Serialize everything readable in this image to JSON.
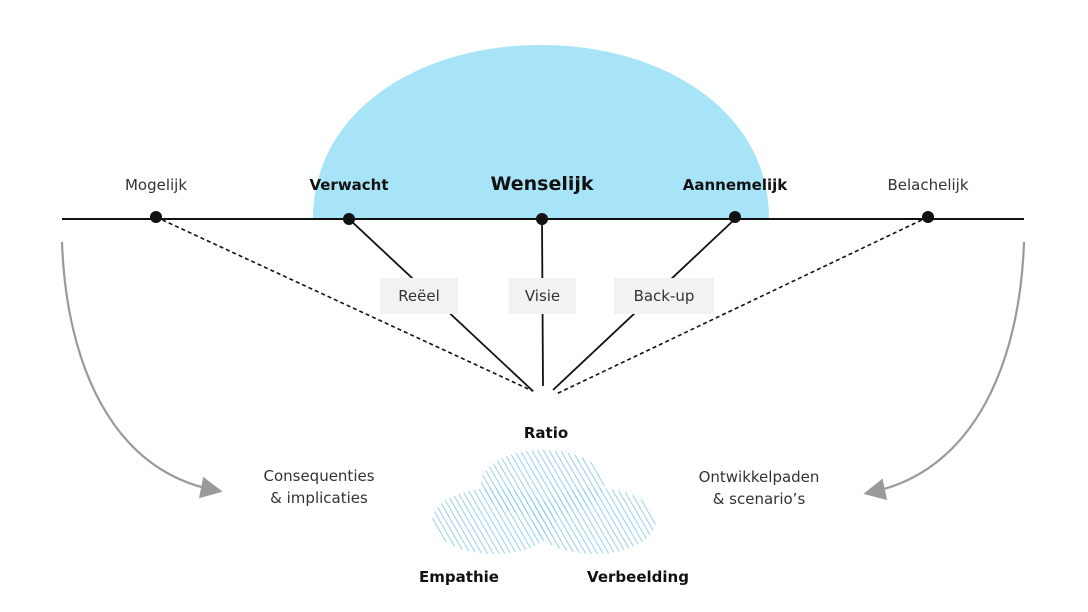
{
  "colors": {
    "dome": "#a8e4f7",
    "hatch": "#7cc8e6",
    "line": "#111111",
    "arrow": "#9a9a9a"
  },
  "axis_points": {
    "mogelijk": "Mogelijk",
    "verwacht": "Verwacht",
    "wenselijk": "Wenselijk",
    "aannemelijk": "Aannemelijk",
    "belachelijk": "Belachelijk"
  },
  "boxes": {
    "reeel": "Reëel",
    "visie": "Visie",
    "backup": "Back-up"
  },
  "origin": {
    "label": "Ratio"
  },
  "venn": {
    "empathie": "Empathie",
    "verbeelding": "Verbeelding"
  },
  "sides": {
    "left_line1": "Consequenties",
    "left_line2": "& implicaties",
    "right_line1": "Ontwikkelpaden",
    "right_line2": "& scenario’s"
  }
}
